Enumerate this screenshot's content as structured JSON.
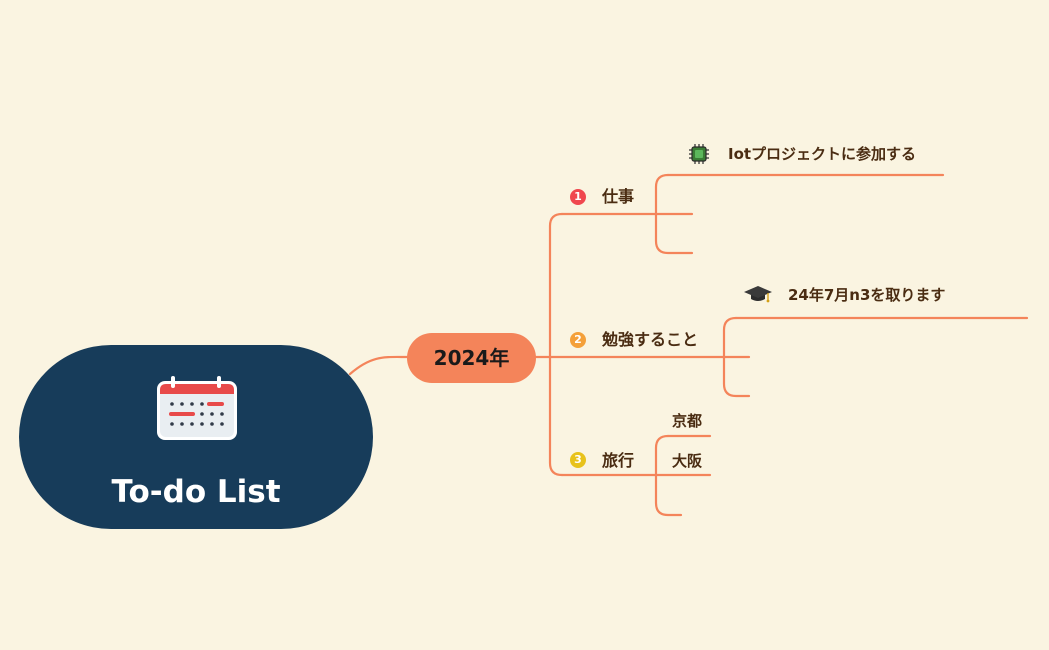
{
  "root": {
    "title": "To-do List",
    "icon": "calendar-icon"
  },
  "central": {
    "label": "2024年"
  },
  "branches": [
    {
      "number": "1",
      "label": "仕事",
      "badge_color": "#f0474f",
      "children": [
        {
          "label": "Iotプロジェクトに参加する",
          "icon": "chip-icon"
        }
      ]
    },
    {
      "number": "2",
      "label": "勉強すること",
      "badge_color": "#f4a03a",
      "children": [
        {
          "label": "24年7月n3を取ります",
          "icon": "graduation-cap-icon"
        }
      ]
    },
    {
      "number": "3",
      "label": "旅行",
      "badge_color": "#e8c21b",
      "children": [
        {
          "label": "京都"
        },
        {
          "label": "大阪"
        }
      ]
    }
  ],
  "colors": {
    "background": "#faf4e1",
    "root_fill": "#173c5a",
    "connector": "#f4845a",
    "central_fill": "#f4845a",
    "label_text": "#4a2c12"
  }
}
